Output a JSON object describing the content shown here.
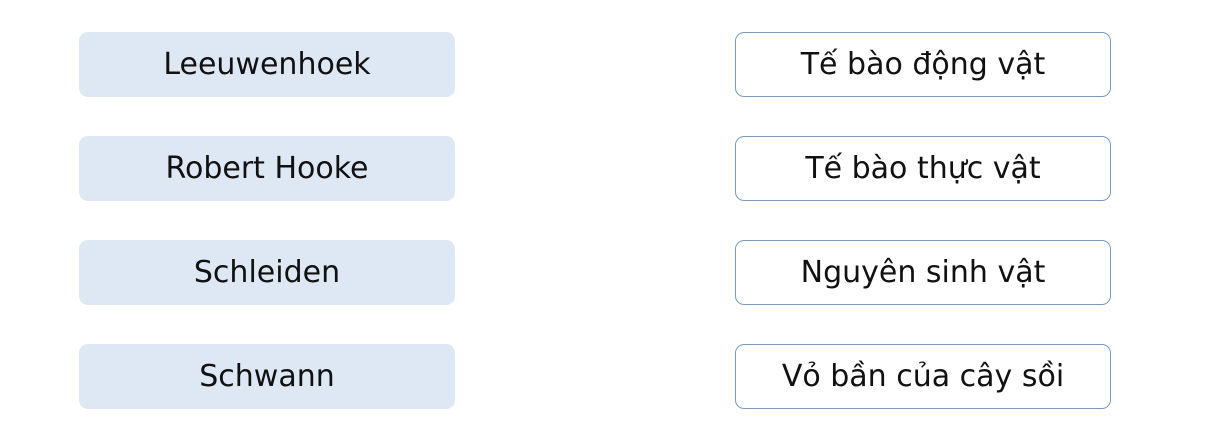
{
  "left_items": [
    {
      "label": "Leeuwenhoek"
    },
    {
      "label": "Robert Hooke"
    },
    {
      "label": "Schleiden"
    },
    {
      "label": "Schwann"
    }
  ],
  "right_items": [
    {
      "label": "Tế bào động vật"
    },
    {
      "label": "Tế bào thực vật"
    },
    {
      "label": "Nguyên sinh vật"
    },
    {
      "label": "Vỏ bần của cây sồi"
    }
  ],
  "colors": {
    "left_fill": "#dde8f4",
    "right_border": "#7a9bc0",
    "text": "#111111"
  }
}
